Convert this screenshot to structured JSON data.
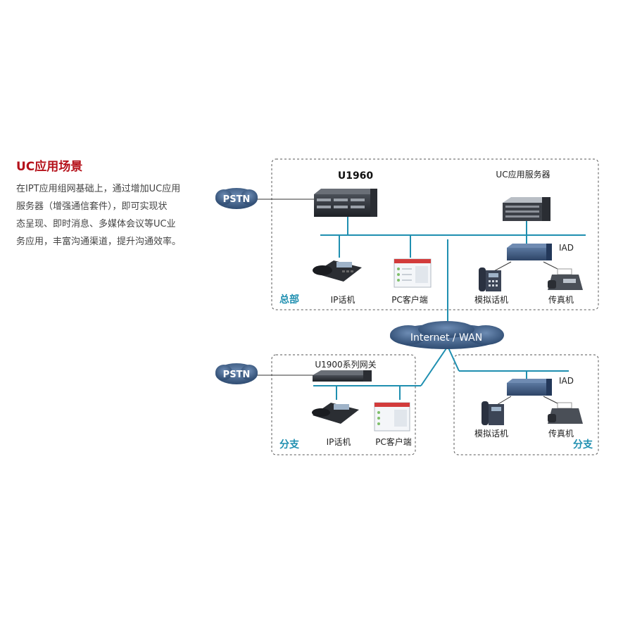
{
  "heading": "UC应用场景",
  "description_lines": [
    "在IPT应用组网基础上，通过增加UC应用",
    "服务器（增强通信套件），即可实现状",
    "态呈现、即时消息、多媒体会议等UC业",
    "务应用，丰富沟通渠道，提升沟通效率。"
  ],
  "hq": {
    "site_label": "总部",
    "pstn": "PSTN",
    "core": "U1960",
    "server": "UC应用服务器",
    "iad": "IAD",
    "ip_phone": "IP话机",
    "pc_client": "PC客户端",
    "analog_phone": "模拟话机",
    "fax": "传真机"
  },
  "wan": "Internet / WAN",
  "branch1": {
    "site_label": "分支",
    "pstn": "PSTN",
    "gateway": "U1900系列网关",
    "ip_phone": "IP话机",
    "pc_client": "PC客户端"
  },
  "branch2": {
    "site_label": "分支",
    "iad": "IAD",
    "analog_phone": "模拟话机",
    "fax": "传真机"
  },
  "colors": {
    "heading": "#b5121b",
    "network_line": "#1f8fb0",
    "cloud": "#3f5f86"
  }
}
